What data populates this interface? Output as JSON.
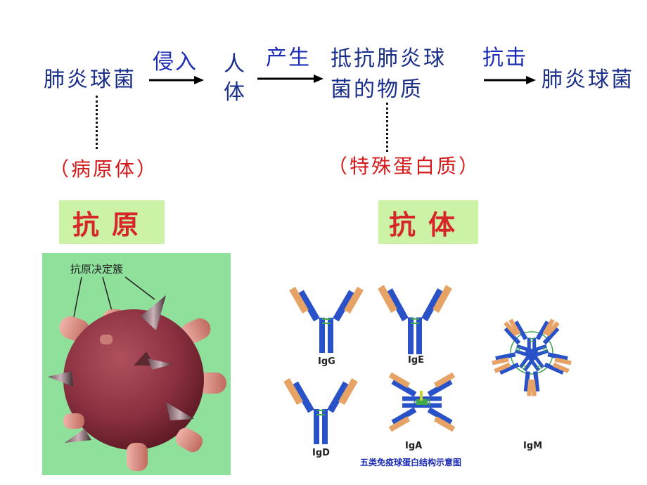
{
  "flow": {
    "source": "肺炎球菌",
    "verb_invade": "侵入",
    "host_line1": "人",
    "host_line2": "体",
    "verb_produce": "产生",
    "substance_line1": "抵抗肺炎球",
    "substance_line2": "菌的物质",
    "verb_attack": "抗击",
    "target": "肺炎球菌"
  },
  "notes": {
    "pathogen": "（病原体）",
    "special_protein": "（特殊蛋白质）"
  },
  "terms": {
    "antigen": "抗原",
    "antibody": "抗体"
  },
  "antigen_figure": {
    "label": "抗原决定簇"
  },
  "antibody_figure": {
    "igg": "IgG",
    "ige": "IgE",
    "igm": "IgM",
    "igd": "IgD",
    "iga": "IgA",
    "caption": "五类免疫球蛋白结构示意图"
  },
  "colors": {
    "flow_text": "#1a2f8a",
    "verb_text": "#1b2bb5",
    "note_text": "#d41a1a",
    "term_bg": "#ccf2a6",
    "antigen_bg": "#8ee09a",
    "antigen_sphere": "#8b3040",
    "antibody_heavy": "#2a52c8",
    "antibody_light": "#e7a366"
  }
}
